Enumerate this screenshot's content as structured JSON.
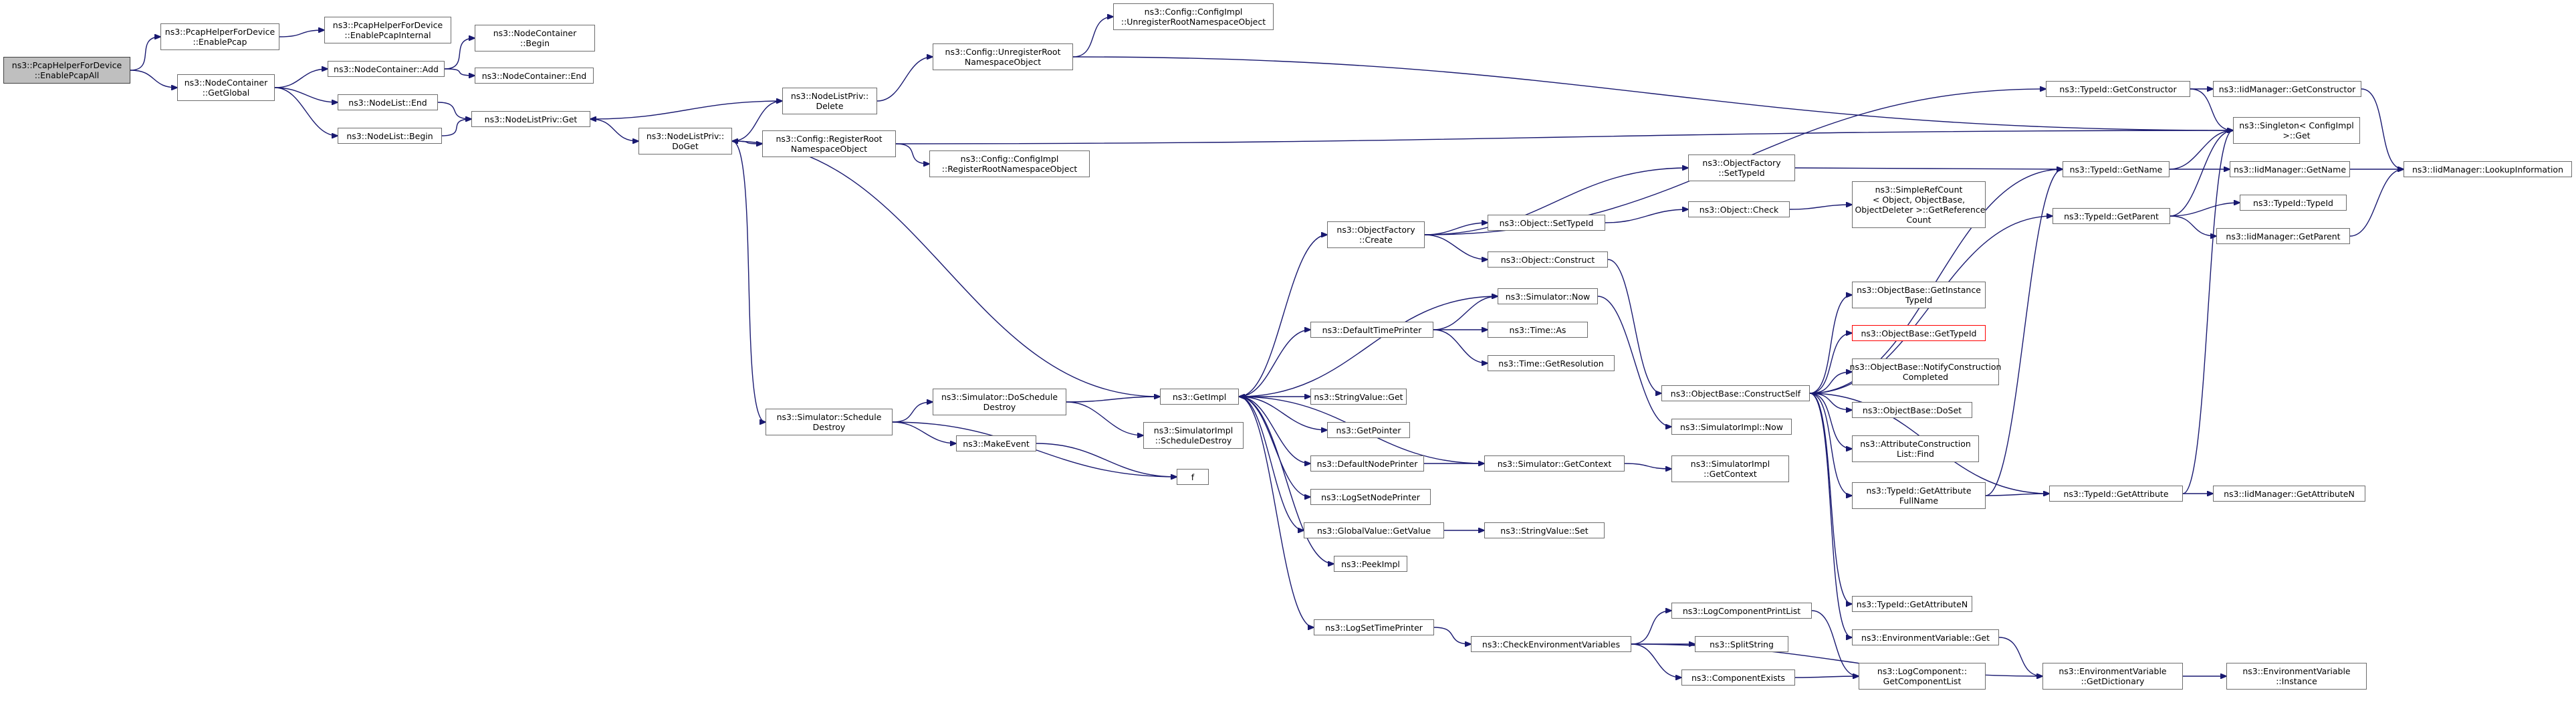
{
  "diagram": {
    "nodes": [
      {
        "id": "n1",
        "label": "ns3::PcapHelperForDevice\n::EnablePcapAll",
        "variant": "root"
      },
      {
        "id": "n2",
        "label": "ns3::PcapHelperForDevice\n::EnablePcap"
      },
      {
        "id": "n3",
        "label": "ns3::PcapHelperForDevice\n::EnablePcapInternal"
      },
      {
        "id": "n4",
        "label": "ns3::NodeContainer\n::GetGlobal"
      },
      {
        "id": "n5",
        "label": "ns3::NodeContainer::Add"
      },
      {
        "id": "n6",
        "label": "ns3::NodeContainer\n::Begin"
      },
      {
        "id": "n7",
        "label": "ns3::NodeContainer::End"
      },
      {
        "id": "n8",
        "label": "ns3::NodeList::End"
      },
      {
        "id": "n9",
        "label": "ns3::NodeList::Begin"
      },
      {
        "id": "n10",
        "label": "ns3::NodeListPriv::Get"
      },
      {
        "id": "n11",
        "label": "ns3::NodeListPriv::\nDelete"
      },
      {
        "id": "n12",
        "label": "ns3::NodeListPriv::\nDoGet"
      },
      {
        "id": "n13",
        "label": "ns3::Config::UnregisterRoot\nNamespaceObject"
      },
      {
        "id": "n14",
        "label": "ns3::Config::ConfigImpl\n::UnregisterRootNamespaceObject"
      },
      {
        "id": "n15",
        "label": "ns3::Config::RegisterRoot\nNamespaceObject"
      },
      {
        "id": "n16",
        "label": "ns3::Config::ConfigImpl\n::RegisterRootNamespaceObject"
      },
      {
        "id": "n17",
        "label": "ns3::Singleton< ConfigImpl\n>::Get"
      },
      {
        "id": "n18",
        "label": "ns3::TypeId::GetConstructor"
      },
      {
        "id": "n19",
        "label": "ns3::IidManager::GetConstructor"
      },
      {
        "id": "n20",
        "label": "ns3::IidManager::LookupInformation"
      },
      {
        "id": "n21",
        "label": "ns3::ObjectFactory\n::SetTypeId"
      },
      {
        "id": "n22",
        "label": "ns3::TypeId::GetName"
      },
      {
        "id": "n23",
        "label": "ns3::IidManager::GetName"
      },
      {
        "id": "n24",
        "label": "ns3::ObjectFactory\n::Create"
      },
      {
        "id": "n25",
        "label": "ns3::Object::SetTypeId"
      },
      {
        "id": "n26",
        "label": "ns3::Object::Check"
      },
      {
        "id": "n27",
        "label": "ns3::SimpleRefCount\n< Object, ObjectBase,\n ObjectDeleter >::GetReference\nCount"
      },
      {
        "id": "n28",
        "label": "ns3::TypeId::GetParent"
      },
      {
        "id": "n29",
        "label": "ns3::TypeId::TypeId"
      },
      {
        "id": "n30",
        "label": "ns3::IidManager::GetParent"
      },
      {
        "id": "n31",
        "label": "ns3::Object::Construct"
      },
      {
        "id": "n32",
        "label": "ns3::Simulator::Now"
      },
      {
        "id": "n33",
        "label": "ns3::DefaultTimePrinter"
      },
      {
        "id": "n34",
        "label": "ns3::Time::As"
      },
      {
        "id": "n35",
        "label": "ns3::Time::GetResolution"
      },
      {
        "id": "n36",
        "label": "ns3::ObjectBase::GetInstance\nTypeId"
      },
      {
        "id": "n37",
        "label": "ns3::ObjectBase::GetTypeId",
        "variant": "red"
      },
      {
        "id": "n38",
        "label": "ns3::ObjectBase::NotifyConstruction\nCompleted"
      },
      {
        "id": "n39",
        "label": "ns3::ObjectBase::ConstructSelf"
      },
      {
        "id": "n40",
        "label": "ns3::ObjectBase::DoSet"
      },
      {
        "id": "n41",
        "label": "ns3::SimulatorImpl::Now"
      },
      {
        "id": "n42",
        "label": "ns3::AttributeConstruction\nList::Find"
      },
      {
        "id": "n43",
        "label": "ns3::Simulator::DoSchedule\nDestroy"
      },
      {
        "id": "n44",
        "label": "ns3::GetImpl"
      },
      {
        "id": "n45",
        "label": "ns3::StringValue::Get"
      },
      {
        "id": "n46",
        "label": "ns3::Simulator::Schedule\nDestroy"
      },
      {
        "id": "n47",
        "label": "ns3::SimulatorImpl\n::ScheduleDestroy"
      },
      {
        "id": "n48",
        "label": "ns3::GetPointer"
      },
      {
        "id": "n49",
        "label": "ns3::MakeEvent"
      },
      {
        "id": "n50",
        "label": "f"
      },
      {
        "id": "n51",
        "label": "ns3::DefaultNodePrinter"
      },
      {
        "id": "n52",
        "label": "ns3::Simulator::GetContext"
      },
      {
        "id": "n53",
        "label": "ns3::SimulatorImpl\n::GetContext"
      },
      {
        "id": "n54",
        "label": "ns3::TypeId::GetAttribute\nFullName"
      },
      {
        "id": "n55",
        "label": "ns3::TypeId::GetAttribute"
      },
      {
        "id": "n56",
        "label": "ns3::IidManager::GetAttributeN"
      },
      {
        "id": "n57",
        "label": "ns3::LogSetNodePrinter"
      },
      {
        "id": "n58",
        "label": "ns3::GlobalValue::GetValue"
      },
      {
        "id": "n59",
        "label": "ns3::StringValue::Set"
      },
      {
        "id": "n60",
        "label": "ns3::PeekImpl"
      },
      {
        "id": "n61",
        "label": "ns3::TypeId::GetAttributeN"
      },
      {
        "id": "n62",
        "label": "ns3::LogComponentPrintList"
      },
      {
        "id": "n63",
        "label": "ns3::LogSetTimePrinter"
      },
      {
        "id": "n64",
        "label": "ns3::EnvironmentVariable::Get"
      },
      {
        "id": "n65",
        "label": "ns3::CheckEnvironmentVariables"
      },
      {
        "id": "n66",
        "label": "ns3::SplitString"
      },
      {
        "id": "n67",
        "label": "ns3::ComponentExists"
      },
      {
        "id": "n68",
        "label": "ns3::LogComponent::\nGetComponentList"
      },
      {
        "id": "n69",
        "label": "ns3::EnvironmentVariable\n::GetDictionary"
      },
      {
        "id": "n70",
        "label": "ns3::EnvironmentVariable\n::Instance"
      }
    ]
  }
}
